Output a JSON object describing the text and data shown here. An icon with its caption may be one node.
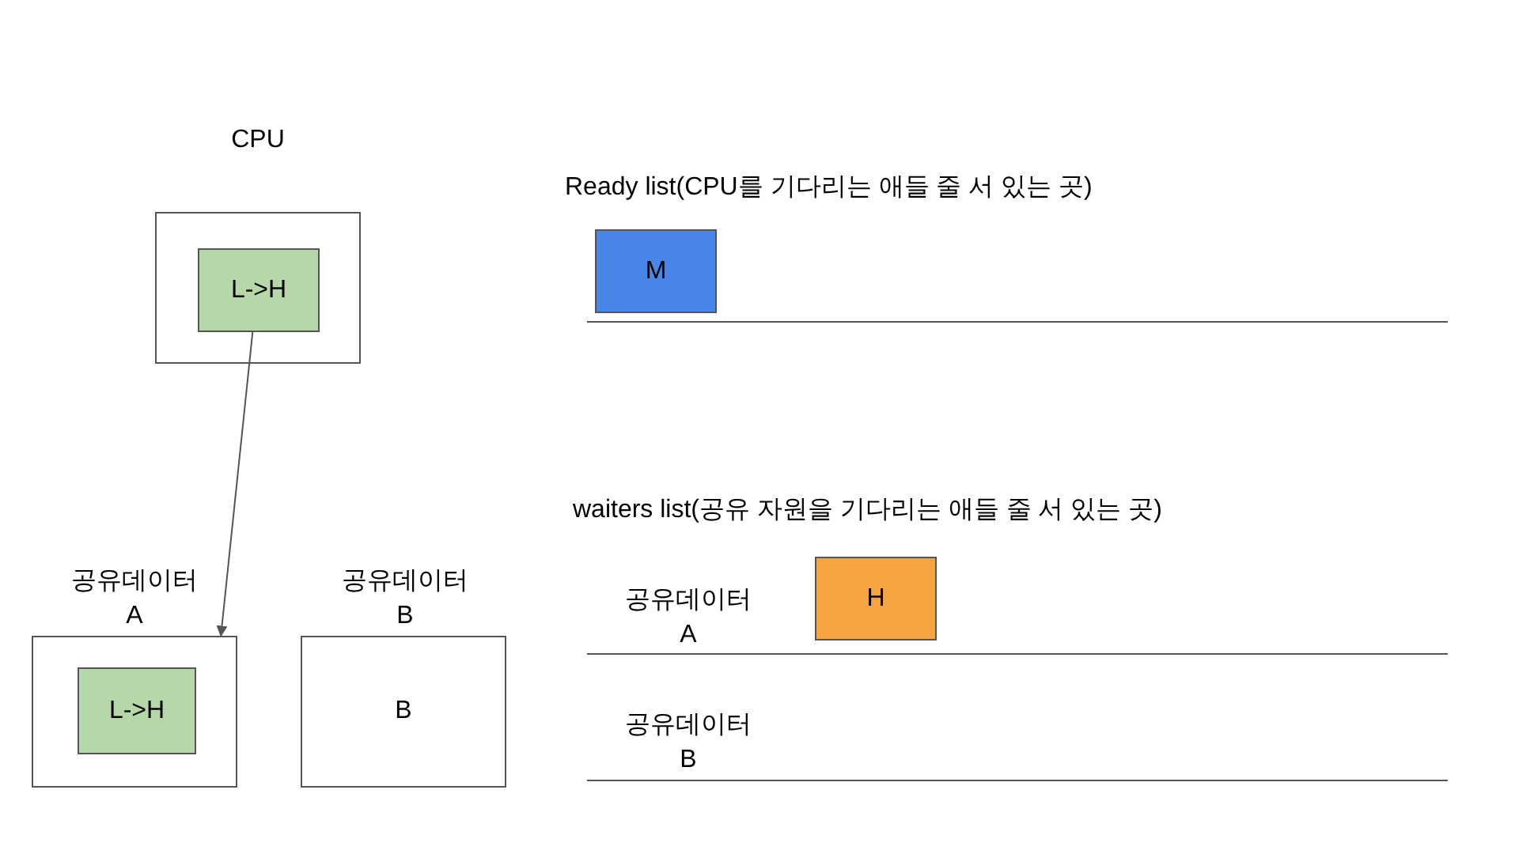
{
  "diagram": {
    "nodes": [
      {
        "text": [
          "CPU"
        ]
      },
      {
        "text": [
          "L->H"
        ],
        "in": 0
      },
      {
        "text": [
          "공유데이터 A"
        ]
      },
      {
        "text": [
          "L->H"
        ],
        "in": 2
      },
      {
        "text": [
          "공유데이터 B",
          "B"
        ]
      },
      {
        "text": [
          "M"
        ]
      },
      {
        "text": [
          "H"
        ]
      }
    ],
    "edges": [
      {
        "from": 1,
        "to": 2,
        "arrow": "to"
      }
    ],
    "labels": [
      "Ready list(CPU를 기다리는 애들 줄 서 있는 곳)",
      "waiters list(공유 자원을 기다리는 애들 줄 서 있는 곳)",
      "공유데이터 A",
      "공유데이터 B"
    ]
  }
}
